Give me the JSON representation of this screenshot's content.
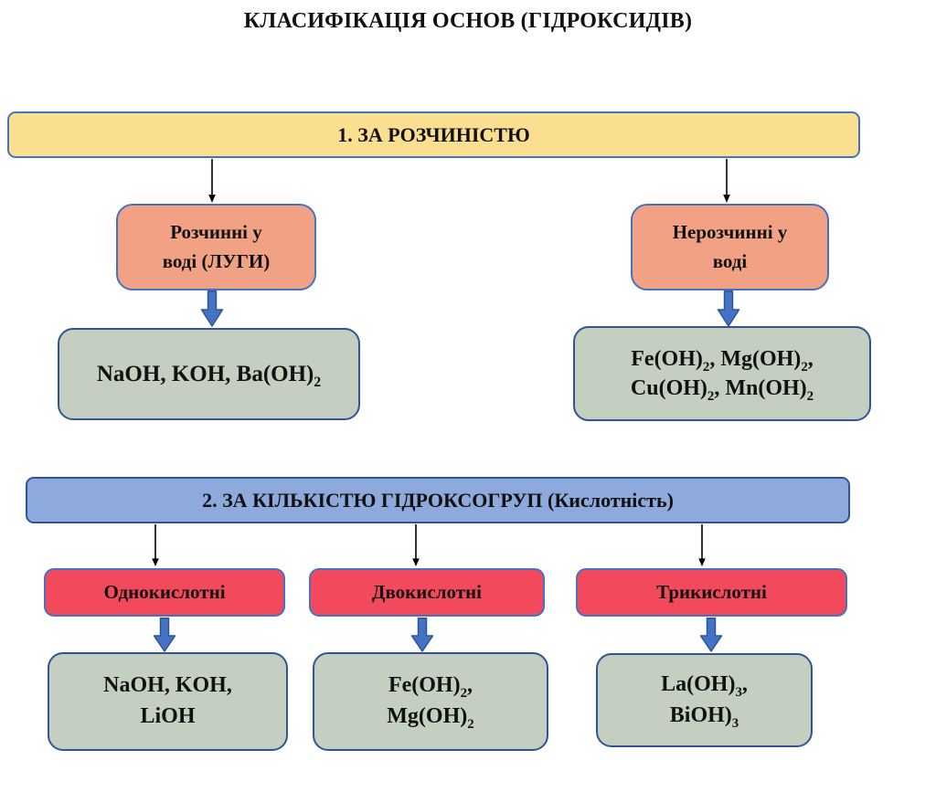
{
  "title": "КЛАСИФІКАЦІЯ ОСНОВ (ГІДРОКСИДІВ)",
  "colors": {
    "header1_fill": "#FADF90",
    "header1_border": "#4472C4",
    "header2_fill": "#8EA9DB",
    "header2_border": "#2F5597",
    "category_fill": "#F2A284",
    "category_border": "#4472C4",
    "acid_fill": "#F2495C",
    "acid_border": "#4472C4",
    "examples_fill": "#C5CFC1",
    "examples_border": "#2F5597",
    "arrow_fill": "#4472C4",
    "arrow_stroke": "#2F5597",
    "connector": "#000000"
  },
  "section1": {
    "header_label": "1. ЗА РОЗЧИНІСТЮ",
    "soluble": {
      "label_line1": "Розчинні у",
      "label_line2": "воді (ЛУГИ)",
      "examples_line1": "NaOH, KOH, Ba(OH)₂"
    },
    "insoluble": {
      "label_line1": "Нерозчинні у",
      "label_line2": "воді",
      "examples_line1": "Fe(OH)₂, Mg(OH)₂,",
      "examples_line2": "Cu(OH)₂, Mn(OH)₂"
    }
  },
  "section2": {
    "header_label": "2. ЗА КІЛЬКІСТЮ ГІДРОКСОГРУП (Кислотність)",
    "columns": [
      {
        "label": "Однокислотні",
        "examples_line1": "NaOH, KOH,",
        "examples_line2": "LiOH"
      },
      {
        "label": "Двокислотні",
        "examples_line1": "Fe(OH)₂,",
        "examples_line2": "Mg(OH)₂"
      },
      {
        "label": "Трикислотні",
        "examples_line1": "La(OH)₃,",
        "examples_line2": "BiOH)₃"
      }
    ]
  }
}
